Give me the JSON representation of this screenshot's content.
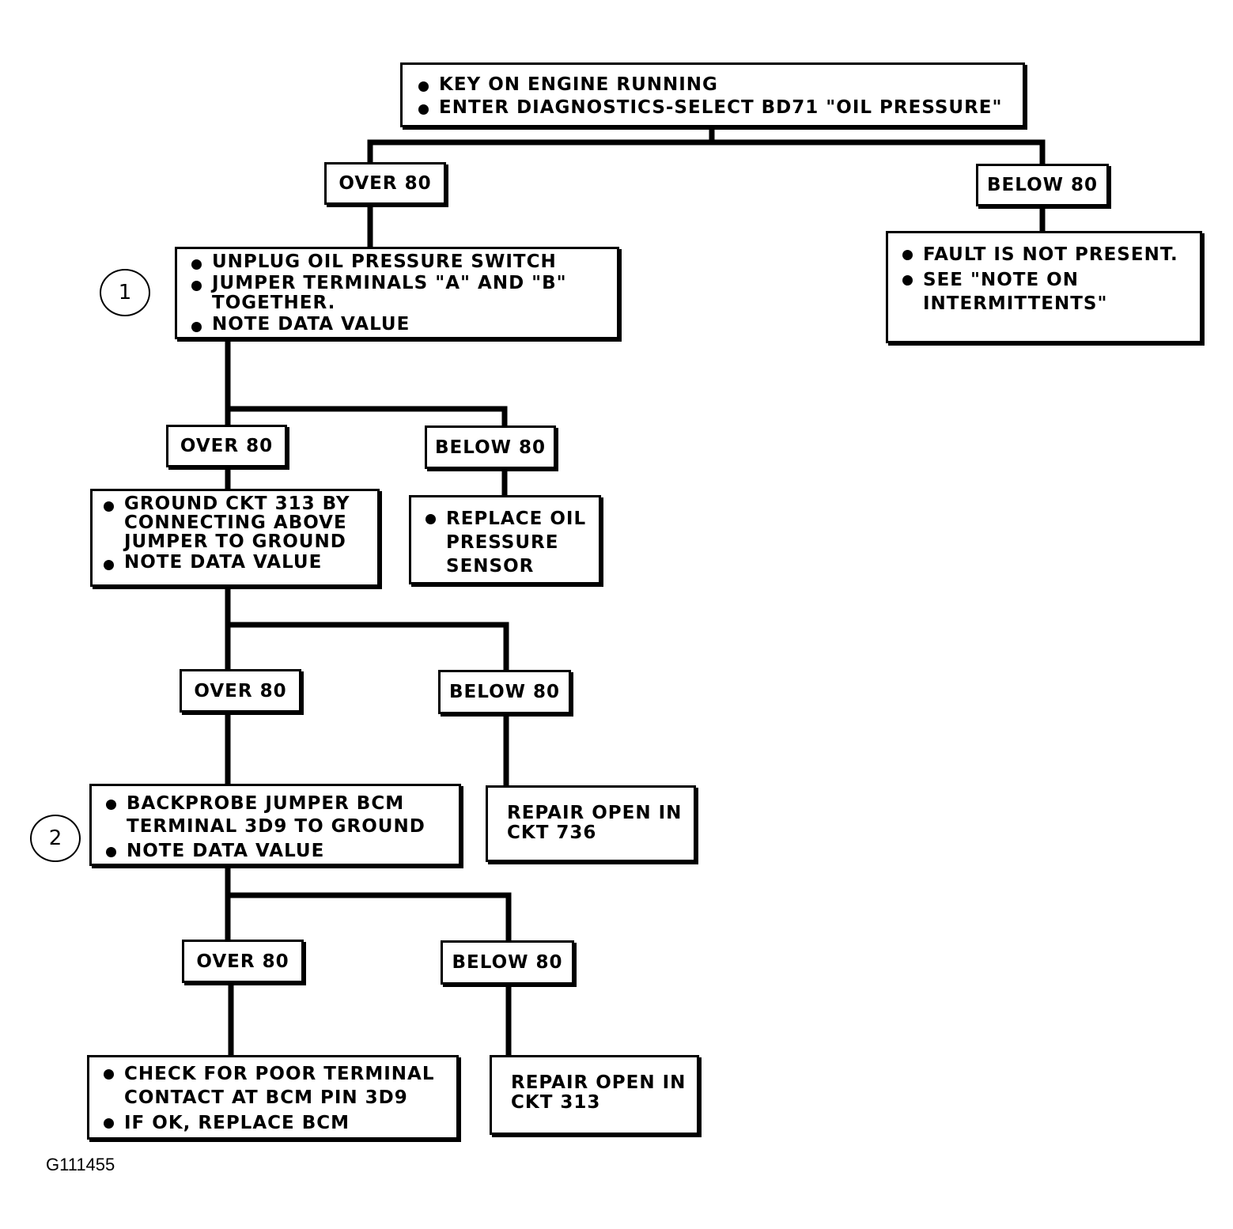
{
  "start": {
    "items": [
      "KEY ON ENGINE RUNNING",
      "ENTER DIAGNOSTICS-SELECT BD71 \"OIL PRESSURE\""
    ]
  },
  "level1": {
    "over": "OVER 80",
    "below": "BELOW 80",
    "below_result": [
      "FAULT IS NOT PRESENT.",
      "SEE \"NOTE ON INTERMITTENTS\""
    ]
  },
  "step1": {
    "marker": "1",
    "items": [
      "UNPLUG OIL PRESSURE SWITCH",
      "JUMPER TERMINALS \"A\" AND \"B\" TOGETHER.",
      "NOTE DATA VALUE"
    ]
  },
  "level2": {
    "over": "OVER 80",
    "below": "BELOW 80",
    "over_action": [
      "GROUND CKT 313 BY CONNECTING ABOVE JUMPER TO GROUND",
      "NOTE DATA VALUE"
    ],
    "below_action": [
      "REPLACE OIL PRESSURE SENSOR"
    ]
  },
  "level3": {
    "over": "OVER 80",
    "below": "BELOW 80",
    "below_action": "REPAIR OPEN IN CKT 736"
  },
  "step2": {
    "marker": "2",
    "items": [
      "BACKPROBE JUMPER BCM TERMINAL 3D9 TO GROUND",
      "NOTE DATA VALUE"
    ]
  },
  "level4": {
    "over": "OVER 80",
    "below": "BELOW 80",
    "over_action": [
      "CHECK FOR POOR TERMINAL CONTACT AT BCM PIN 3D9",
      "IF OK, REPLACE BCM"
    ],
    "below_action": "REPAIR OPEN IN CKT 313"
  },
  "figure_id": "G111455"
}
